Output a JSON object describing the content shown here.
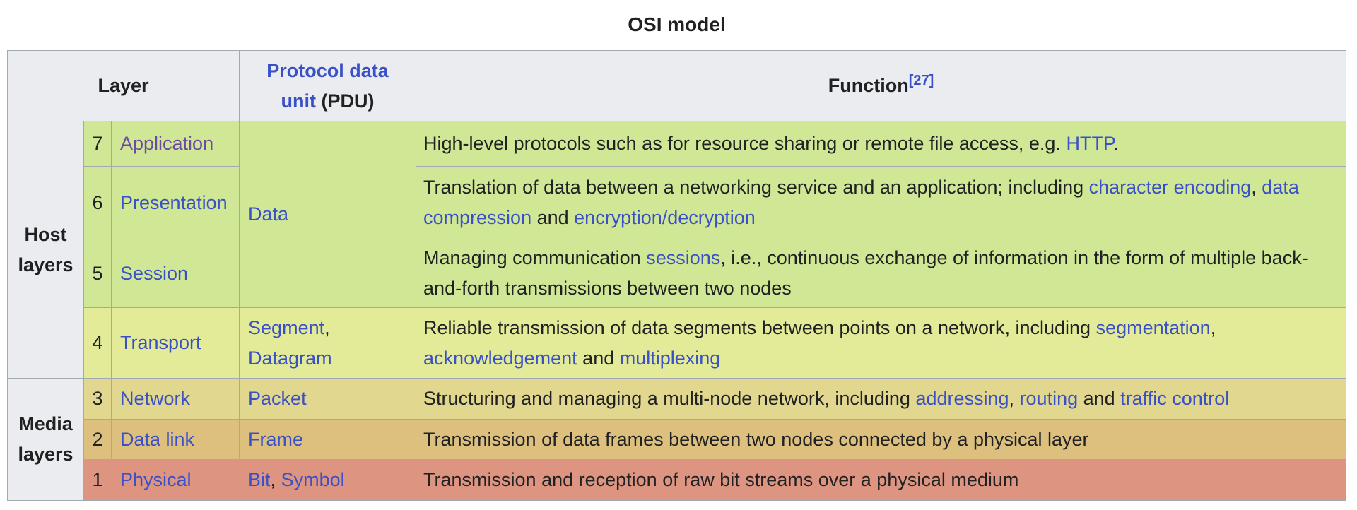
{
  "colors": {
    "header_bg": "#eaecf0",
    "border": "#a2a9b1",
    "link": "#3a50c6",
    "visited_link": "#6b4ba1",
    "text": "#202122",
    "host_layers_row_bg": "#d0e796",
    "transport_row_bg": "#e3eb98",
    "network_row_bg": "#e1d78f",
    "datalink_row_bg": "#ddbf7e",
    "physical_row_bg": "#dd9480"
  },
  "table": {
    "caption": "OSI model",
    "header": {
      "layer": "Layer",
      "pdu_segments": [
        {
          "t": "Protocol data unit",
          "link": true,
          "name": "protocol-data-unit-link"
        },
        " (PDU)"
      ],
      "function_segments": [
        "Function",
        {
          "t": "[27]",
          "link": true,
          "sup": true,
          "name": "reference-27-link"
        }
      ]
    },
    "groups": [
      {
        "label": "Host layers"
      },
      {
        "label": "Media layers"
      }
    ],
    "rows": [
      {
        "num": "7",
        "color": "#d0e796",
        "name": [
          {
            "t": "Application",
            "link": true,
            "visited": true,
            "name": "application-link"
          }
        ],
        "pdu": [
          {
            "t": "Data",
            "link": true,
            "name": "data-pdu-link"
          }
        ],
        "function": [
          "High-level protocols such as for resource sharing or remote file access, e.g. ",
          {
            "t": "HTTP",
            "link": true,
            "name": "http-link"
          },
          "."
        ]
      },
      {
        "num": "6",
        "color": "#d0e796",
        "name": [
          {
            "t": "Presentation",
            "link": true,
            "name": "presentation-link"
          }
        ],
        "function": [
          "Translation of data between a networking service and an application; including ",
          {
            "t": "character encoding",
            "link": true,
            "name": "character-encoding-link"
          },
          ", ",
          {
            "t": "data compression",
            "link": true,
            "name": "data-compression-link"
          },
          " and ",
          {
            "t": "encryption/decryption",
            "link": true,
            "name": "encryption-decryption-link"
          }
        ]
      },
      {
        "num": "5",
        "color": "#d0e796",
        "name": [
          {
            "t": "Session",
            "link": true,
            "name": "session-link"
          }
        ],
        "function": [
          "Managing communication ",
          {
            "t": "sessions",
            "link": true,
            "name": "sessions-link"
          },
          ", i.e., continuous exchange of information in the form of multiple back-and-forth transmissions between two nodes"
        ]
      },
      {
        "num": "4",
        "color": "#e3eb98",
        "name": [
          {
            "t": "Transport",
            "link": true,
            "name": "transport-link"
          }
        ],
        "pdu": [
          {
            "t": "Segment",
            "link": true,
            "name": "segment-link"
          },
          ", ",
          {
            "t": "Datagram",
            "link": true,
            "name": "datagram-link"
          }
        ],
        "function": [
          "Reliable transmission of data segments between points on a network, including ",
          {
            "t": "segmentation",
            "link": true,
            "name": "segmentation-link"
          },
          ", ",
          {
            "t": "acknowledgement",
            "link": true,
            "name": "acknowledgement-link"
          },
          " and ",
          {
            "t": "multiplexing",
            "link": true,
            "name": "multiplexing-link"
          }
        ]
      },
      {
        "num": "3",
        "color": "#e1d78f",
        "name": [
          {
            "t": "Network",
            "link": true,
            "name": "network-link"
          }
        ],
        "pdu": [
          {
            "t": "Packet",
            "link": true,
            "name": "packet-link"
          }
        ],
        "function": [
          "Structuring and managing a multi-node network, including ",
          {
            "t": "addressing",
            "link": true,
            "name": "addressing-link"
          },
          ", ",
          {
            "t": "routing",
            "link": true,
            "name": "routing-link"
          },
          " and ",
          {
            "t": "traffic control",
            "link": true,
            "name": "traffic-control-link"
          }
        ]
      },
      {
        "num": "2",
        "color": "#ddbf7e",
        "name": [
          {
            "t": "Data link",
            "link": true,
            "name": "data-link-link"
          }
        ],
        "pdu": [
          {
            "t": "Frame",
            "link": true,
            "name": "frame-link"
          }
        ],
        "function": [
          "Transmission of data frames between two nodes connected by a physical layer"
        ]
      },
      {
        "num": "1",
        "color": "#dd9480",
        "name": [
          {
            "t": "Physical",
            "link": true,
            "name": "physical-link"
          }
        ],
        "pdu": [
          {
            "t": "Bit",
            "link": true,
            "name": "bit-link"
          },
          ", ",
          {
            "t": "Symbol",
            "link": true,
            "name": "symbol-link"
          }
        ],
        "function": [
          "Transmission and reception of raw bit streams over a physical medium"
        ]
      }
    ]
  }
}
